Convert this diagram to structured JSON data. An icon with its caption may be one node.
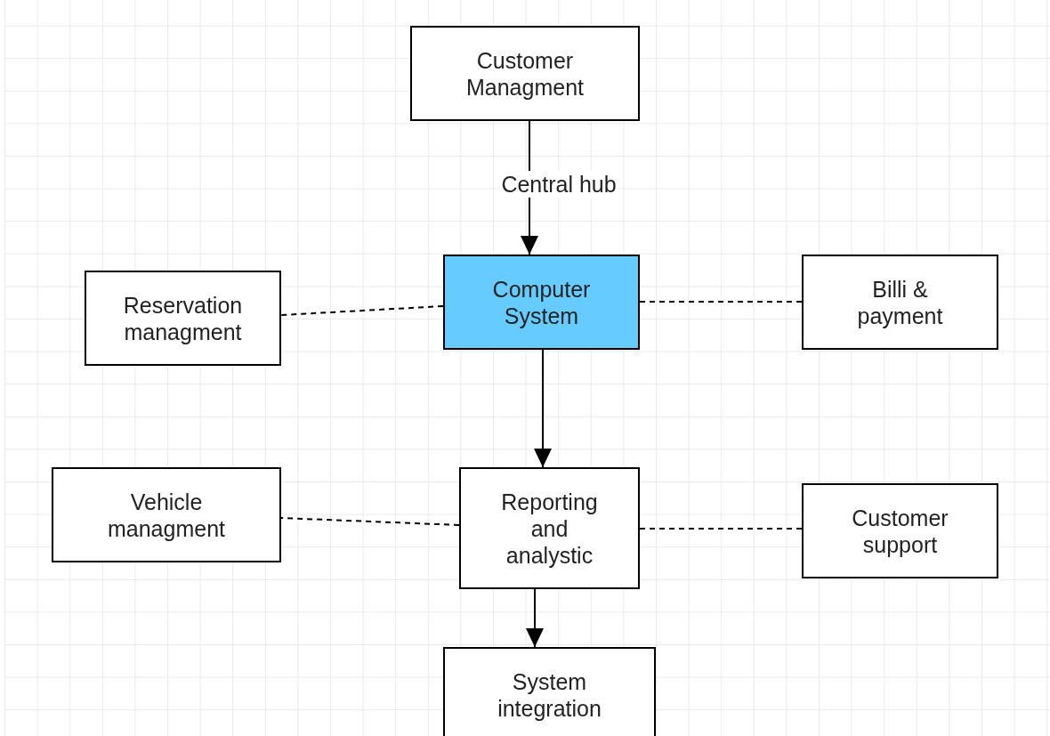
{
  "diagram": {
    "nodes": [
      {
        "text": [
          "Customer Managment"
        ]
      },
      {
        "text": [
          "Computer System"
        ]
      },
      {
        "text": [
          "Reservation managment"
        ]
      },
      {
        "text": [
          "Billi & payment"
        ]
      },
      {
        "text": [
          "Vehicle managment"
        ]
      },
      {
        "text": [
          "Reporting and analystic"
        ]
      },
      {
        "text": [
          "Customer support"
        ]
      },
      {
        "text": [
          "System integration"
        ]
      }
    ],
    "edges": [
      {
        "from": 0,
        "to": 1,
        "arrow": "to",
        "label": "Central hub"
      },
      {
        "from": 1,
        "to": 2,
        "arrow": "none",
        "style": "dashed"
      },
      {
        "from": 1,
        "to": 3,
        "arrow": "none",
        "style": "dashed"
      },
      {
        "from": 1,
        "to": 5,
        "arrow": "to"
      },
      {
        "from": 5,
        "to": 4,
        "arrow": "none",
        "style": "dashed"
      },
      {
        "from": 5,
        "to": 6,
        "arrow": "none",
        "style": "dashed"
      },
      {
        "from": 5,
        "to": 7,
        "arrow": "to"
      }
    ]
  }
}
